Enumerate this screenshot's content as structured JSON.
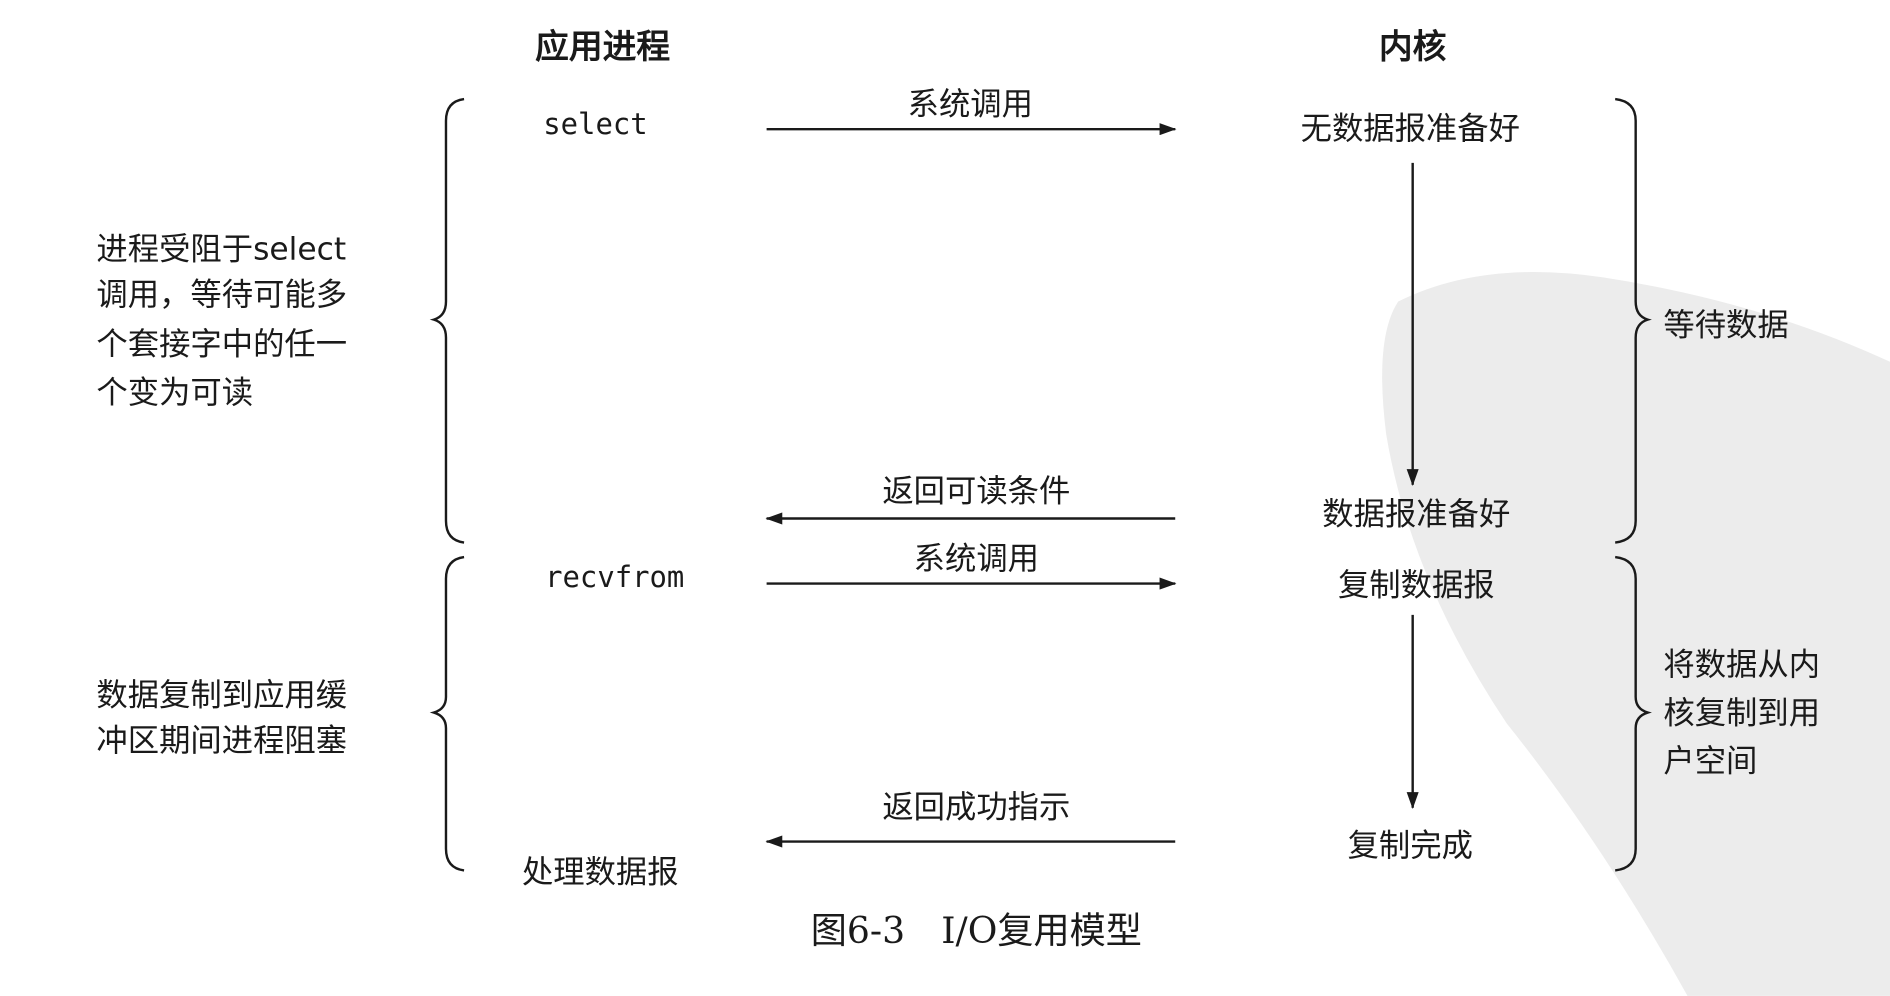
{
  "headers": {
    "app_process": "应用进程",
    "kernel": "内核"
  },
  "app_side": {
    "select": "select",
    "recvfrom": "recvfrom",
    "process_datagram": "处理数据报"
  },
  "arrows": {
    "syscall_1": "系统调用",
    "return_readable": "返回可读条件",
    "syscall_2": "系统调用",
    "return_success": "返回成功指示"
  },
  "kernel_side": {
    "no_datagram_ready": "无数据报准备好",
    "datagram_ready": "数据报准备好",
    "copy_datagram": "复制数据报",
    "copy_complete": "复制完成"
  },
  "left_notes": {
    "blocked_select": [
      "进程受阻于select",
      "调用，等待可能多",
      "个套接字中的任一",
      "个变为可读"
    ],
    "blocked_copy": [
      "数据复制到应用缓",
      "冲区期间进程阻塞"
    ]
  },
  "right_notes": {
    "wait_data": [
      "等待数据"
    ],
    "copy_to_user": [
      "将数据从内",
      "核复制到用",
      "户空间"
    ]
  },
  "caption": "图6-3　I/O复用模型",
  "colors": {
    "ink": "#1a1a1a",
    "watermark": "#ececec"
  }
}
